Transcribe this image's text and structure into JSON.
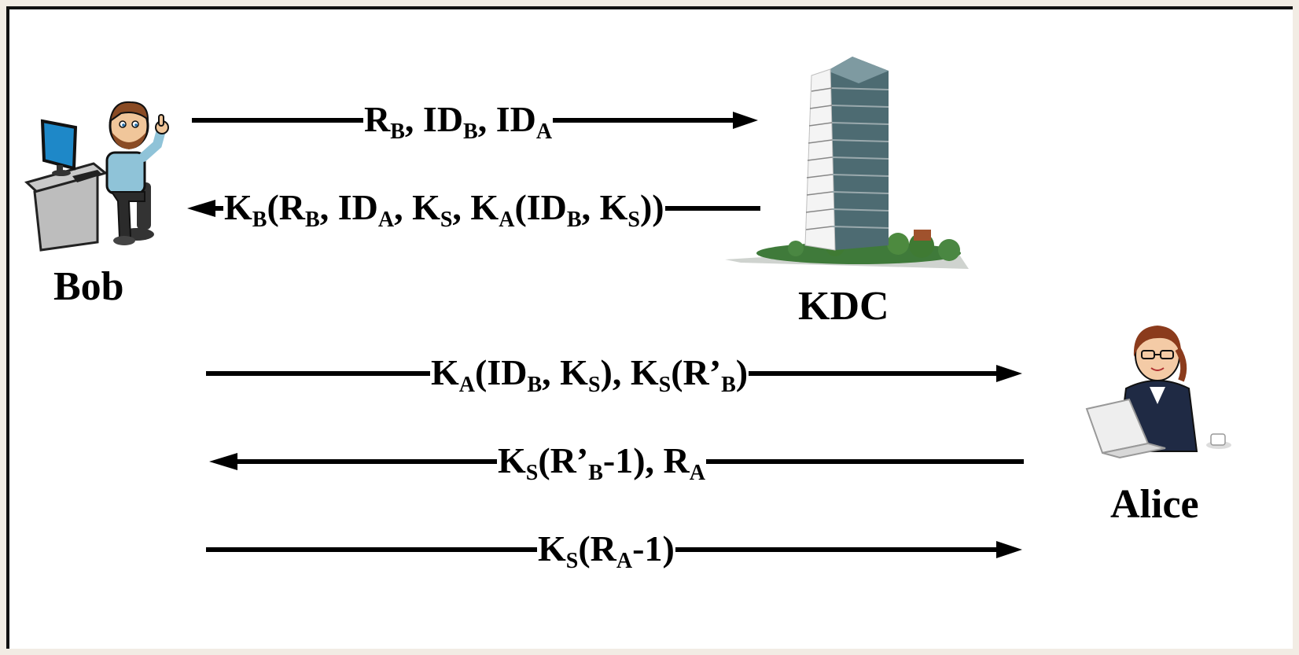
{
  "actors": {
    "bob": {
      "label": "Bob",
      "icon": "person-at-computer-icon"
    },
    "kdc": {
      "label": "KDC",
      "icon": "office-building-icon"
    },
    "alice": {
      "label": "Alice",
      "icon": "businesswoman-laptop-icon"
    }
  },
  "messages": [
    {
      "from": "Bob",
      "to": "KDC",
      "parts": [
        [
          "R",
          "B"
        ],
        [
          ", ID",
          "B"
        ],
        [
          ", ID",
          "A"
        ]
      ]
    },
    {
      "from": "KDC",
      "to": "Bob",
      "parts": [
        [
          "K",
          "B"
        ],
        [
          "(R",
          "B"
        ],
        [
          ", ID",
          "A"
        ],
        [
          ", K",
          "S"
        ],
        [
          ", K",
          "A"
        ],
        [
          "(ID",
          "B"
        ],
        [
          ", K",
          "S"
        ],
        [
          "))",
          ""
        ]
      ]
    },
    {
      "from": "Bob",
      "to": "Alice",
      "parts": [
        [
          "K",
          "A"
        ],
        [
          "(ID",
          "B"
        ],
        [
          ", K",
          "S"
        ],
        [
          "),  K",
          "S"
        ],
        [
          "(R’",
          "B"
        ],
        [
          ")",
          ""
        ]
      ]
    },
    {
      "from": "Alice",
      "to": "Bob",
      "parts": [
        [
          "K",
          "S"
        ],
        [
          "(R’",
          "B"
        ],
        [
          "-1), R",
          "A"
        ]
      ]
    },
    {
      "from": "Bob",
      "to": "Alice",
      "parts": [
        [
          "K",
          "S"
        ],
        [
          "(R",
          "A"
        ],
        [
          "-1)",
          ""
        ]
      ]
    }
  ],
  "colors": {
    "line": "#000000",
    "frame": "#111111",
    "background": "#f2ece4"
  }
}
